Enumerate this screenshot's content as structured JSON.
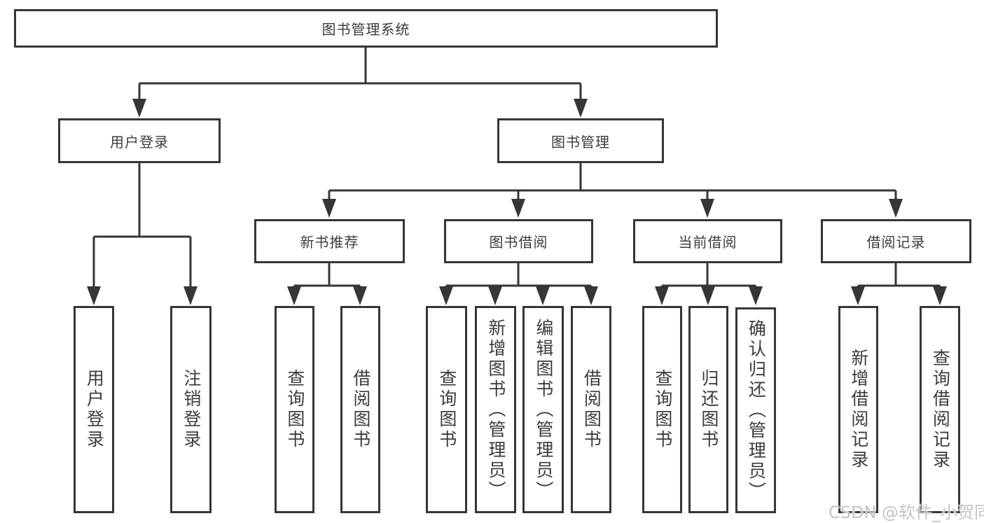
{
  "diagram": {
    "root": {
      "label": "图书管理系统",
      "children": [
        {
          "label": "用户登录",
          "children": [
            {
              "label": "用户登录"
            },
            {
              "label": "注销登录"
            }
          ]
        },
        {
          "label": "图书管理",
          "children": [
            {
              "label": "新书推荐",
              "children": [
                {
                  "label": "查询图书"
                },
                {
                  "label": "借阅图书"
                }
              ]
            },
            {
              "label": "图书借阅",
              "children": [
                {
                  "label": "查询图书"
                },
                {
                  "label": "新增图书（管理员）"
                },
                {
                  "label": "编辑图书（管理员）"
                },
                {
                  "label": "借阅图书"
                }
              ]
            },
            {
              "label": "当前借阅",
              "children": [
                {
                  "label": "查询图书"
                },
                {
                  "label": "归还图书"
                },
                {
                  "label": "确认归还（管理员）"
                }
              ]
            },
            {
              "label": "借阅记录",
              "children": [
                {
                  "label": "新增借阅记录"
                },
                {
                  "label": "查询借阅记录"
                }
              ]
            }
          ]
        }
      ]
    }
  },
  "watermark": {
    "text": "CSDN @软件_小贺同学"
  },
  "colors": {
    "line": "#363636",
    "box_border": "#363636",
    "box_fill": "#ffffff",
    "text": "#3c3c3c",
    "watermark": "#c4c4c4",
    "background": "#ffffff"
  }
}
